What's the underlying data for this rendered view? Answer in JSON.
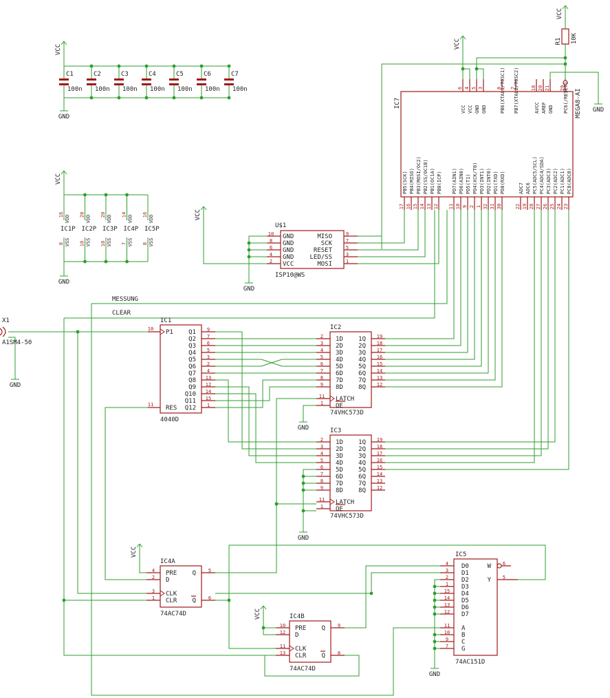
{
  "power": {
    "vcc": "VCC",
    "gnd": "GND"
  },
  "caps": {
    "refs": [
      "C1",
      "C2",
      "C3",
      "C4",
      "C5",
      "C6",
      "C7"
    ],
    "value": "100n"
  },
  "ic_power": {
    "refs": [
      "IC1P",
      "IC2P",
      "IC3P",
      "IC4P",
      "IC5P"
    ],
    "vdd_pins": [
      "16",
      "20",
      "20",
      "14",
      "16"
    ],
    "vss_pins": [
      "8",
      "10",
      "10",
      "7",
      "8"
    ],
    "vdd_name": "VDD",
    "vss_name": "VSS"
  },
  "r1": {
    "ref": "R1",
    "value": "10K"
  },
  "ic7": {
    "ref": "IC7",
    "part": "MEGA8-AI",
    "top_names": [
      "VCC",
      "VCC",
      "GND",
      "GND",
      "PB6(XTAL1/TOSC1)",
      "PB7(XTAL2/TOSC2)",
      "AVCC",
      "AREF",
      "GND",
      "PC6(/RESET)"
    ],
    "top_pins": [
      "6",
      "4",
      "5",
      "3",
      "8",
      "7",
      "18",
      "20",
      "21",
      "29"
    ],
    "portb_names": [
      "PB5(SCK)",
      "PB4(MISO)",
      "PB3(MOSI/OC2)",
      "PB2(SS/OC1B)",
      "PB1(OC1A)",
      "PB0(ICP)"
    ],
    "portb_pins": [
      "17",
      "16",
      "15",
      "14",
      "13",
      "12"
    ],
    "portd_names": [
      "PD7(AIN1)",
      "PD6(AIN0)",
      "PD5(T1)",
      "PD4(XCK/T0)",
      "PD3(INT1)",
      "PD2(INT0)",
      "PD1(TXD)",
      "PD0(RXD)"
    ],
    "portd_pins": [
      "11",
      "10",
      "9",
      "2",
      "1",
      "32",
      "31",
      "30"
    ],
    "portc_names": [
      "ADC7",
      "ADC6",
      "PC5(ADC5/SCL)",
      "PC4(ADC4/SDA)",
      "PC3(ADC3)",
      "PC2(ADC2)",
      "PC1(ADC1)",
      "PC0(ADC0)"
    ],
    "portc_pins": [
      "22",
      "19",
      "28",
      "27",
      "26",
      "25",
      "24",
      "23"
    ]
  },
  "isp": {
    "ref": "U$1",
    "part": "ISP10@WS",
    "left_pins": [
      "10",
      "8",
      "6",
      "4",
      "2"
    ],
    "left_names": [
      "GND",
      "GND",
      "GND",
      "GND",
      "VCC"
    ],
    "right_pins": [
      "9",
      "7",
      "5",
      "3",
      "1"
    ],
    "right_names": [
      "MISO",
      "SCK",
      "RESET",
      "LED/SS",
      "MOSI"
    ]
  },
  "nets": {
    "messung": "MESSUNG",
    "clear": "CLEAR"
  },
  "x1": {
    "ref": "X1",
    "part": "A1SM4-50"
  },
  "ic1": {
    "ref": "IC1",
    "part": "4040D",
    "p1_pin": "10",
    "p1_name": "P1",
    "res_pin": "11",
    "res_name": "RES",
    "q_names": [
      "Q1",
      "Q2",
      "Q3",
      "Q4",
      "Q5",
      "Q6",
      "Q7",
      "Q8",
      "Q9",
      "Q10",
      "Q11",
      "Q12"
    ],
    "q_pins": [
      "9",
      "7",
      "6",
      "5",
      "3",
      "2",
      "4",
      "13",
      "12",
      "14",
      "15",
      "1"
    ]
  },
  "ic2": {
    "ref": "IC2",
    "part": "74VHC573D",
    "d_names": [
      "1D",
      "2D",
      "3D",
      "4D",
      "5D",
      "6D",
      "7D",
      "8D"
    ],
    "d_pins": [
      "2",
      "3",
      "4",
      "5",
      "6",
      "7",
      "8",
      "9"
    ],
    "q_names": [
      "1Q",
      "2Q",
      "3Q",
      "4Q",
      "5Q",
      "6Q",
      "7Q",
      "8Q"
    ],
    "q_pins": [
      "19",
      "18",
      "17",
      "16",
      "15",
      "14",
      "13",
      "12"
    ],
    "latch_pin": "11",
    "latch_name": "LATCH",
    "oe_pin": "1",
    "oe_name": "OE"
  },
  "ic3": {
    "ref": "IC3",
    "part": "74VHC573D",
    "d_names": [
      "1D",
      "2D",
      "3D",
      "4D",
      "5D",
      "6D",
      "7D",
      "8D"
    ],
    "d_pins": [
      "2",
      "3",
      "4",
      "5",
      "6",
      "7",
      "8",
      "9"
    ],
    "q_names": [
      "1Q",
      "2Q",
      "3Q",
      "4Q",
      "5Q",
      "6Q",
      "7Q",
      "8Q"
    ],
    "q_pins": [
      "19",
      "18",
      "17",
      "16",
      "15",
      "14",
      "13",
      "12"
    ],
    "latch_pin": "11",
    "latch_name": "LATCH",
    "oe_pin": "1",
    "oe_name": "OE"
  },
  "ic4a": {
    "ref": "IC4A",
    "part": "74AC74D",
    "left_pins": [
      "4",
      "2",
      "3",
      "1"
    ],
    "left_names": [
      "PRE",
      "D",
      "CLK",
      "CLR"
    ],
    "right_pins": [
      "5",
      "6"
    ],
    "right_names": [
      "Q",
      "Q"
    ]
  },
  "ic4b": {
    "ref": "IC4B",
    "part": "74AC74D",
    "left_pins": [
      "10",
      "12",
      "11",
      "13"
    ],
    "left_names": [
      "PRE",
      "D",
      "CLK",
      "CLR"
    ],
    "right_pins": [
      "9",
      "8"
    ],
    "right_names": [
      "Q",
      "Q"
    ]
  },
  "ic5": {
    "ref": "IC5",
    "part": "74AC151D",
    "left_pins": [
      "4",
      "3",
      "2",
      "1",
      "15",
      "14",
      "13",
      "12",
      "11",
      "10",
      "9",
      "7"
    ],
    "left_names": [
      "D0",
      "D1",
      "D2",
      "D3",
      "D4",
      "D5",
      "D6",
      "D7",
      "A",
      "B",
      "C",
      "G"
    ],
    "right_pins": [
      "6",
      "5"
    ],
    "right_names": [
      "W",
      "Y"
    ]
  }
}
